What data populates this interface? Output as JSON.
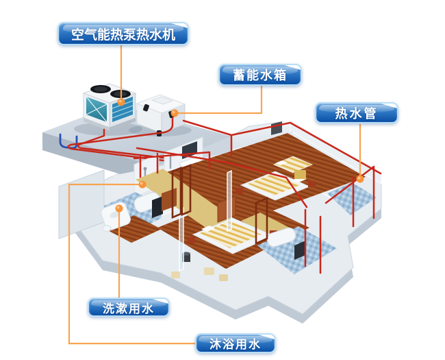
{
  "diagram": {
    "type": "isometric-cutaway-house-hot-water-system",
    "labels": {
      "heat_pump": "空气能热泵热水机",
      "storage_tank": "蓄能水箱",
      "hot_water_pipe": "热水管",
      "washing_water": "洗漱用水",
      "bathing_water": "沐浴用水"
    },
    "colors": {
      "label_bg_top": "#5b9bd8",
      "label_bg_bottom": "#0a4fa6",
      "label_border": "#b9def6",
      "label_text": "#ffffff",
      "callout_line": "#f9a44f",
      "callout_dot": "#f79339",
      "pipe_hot": "#c8271a",
      "pipe_cold": "#2b50b4",
      "wall": "#e9edf2",
      "roof": "#ccd6e0",
      "wood_floor": "#9a4a1e",
      "tile_floor": "#a6c4dd"
    }
  }
}
